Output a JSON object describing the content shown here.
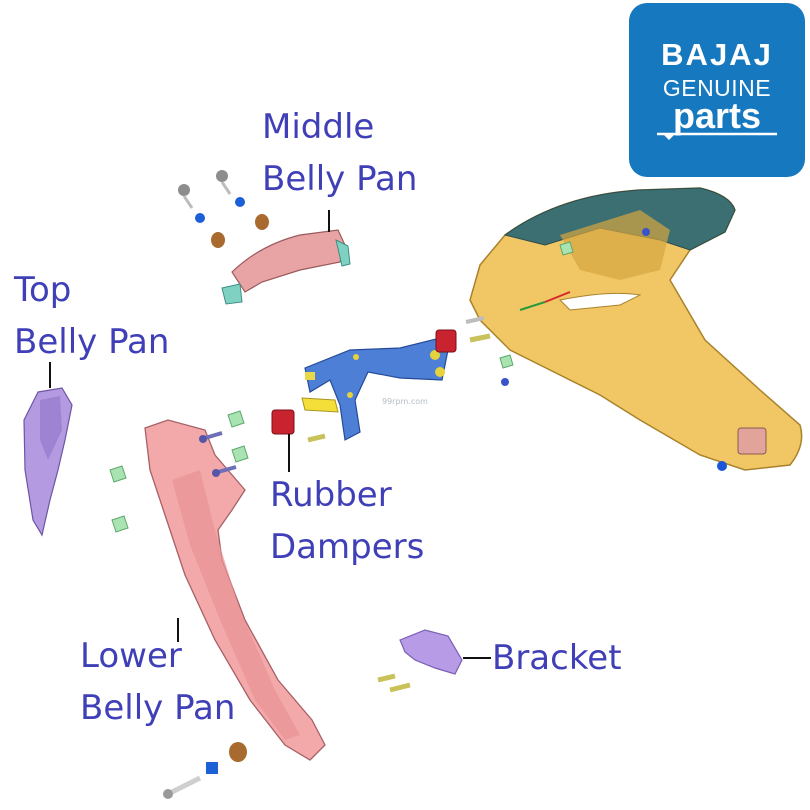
{
  "labels": {
    "middle_belly_pan": [
      "Middle",
      "Belly Pan"
    ],
    "top_belly_pan": [
      "Top",
      "Belly Pan"
    ],
    "rubber_dampers": [
      "Rubber",
      "Dampers"
    ],
    "lower_belly_pan": [
      "Lower",
      "Belly Pan"
    ],
    "bracket": "Bracket"
  },
  "logo": {
    "brand": "BAJAJ",
    "line2": "GENUINE",
    "line3": "parts"
  },
  "watermark": "99rpm.com",
  "colors": {
    "label_text": "#3f3fb8",
    "logo_bg": "#1679c0",
    "middle_belly_pan": "#e8a3a5",
    "top_belly_pan": "#b49ae0",
    "lower_belly_pan": "#f3a9aa",
    "fairing": "#f1c766",
    "bracket_blue": "#4e7fd6",
    "damper_red": "#c8232e",
    "mount_bracket": "#b89be6"
  }
}
